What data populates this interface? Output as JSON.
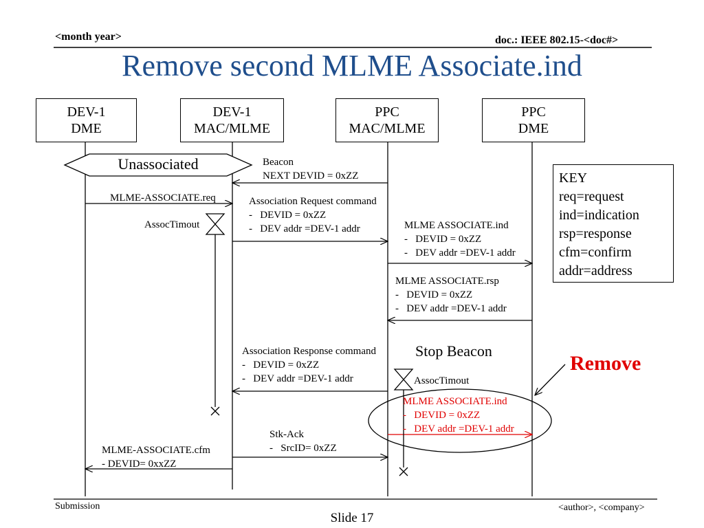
{
  "header": {
    "left": "<month year>",
    "right": "doc.: IEEE 802.15-<doc#>"
  },
  "title": "Remove second MLME Associate.ind",
  "entities": {
    "dev_dme": [
      "DEV-1",
      "DME"
    ],
    "dev_mac": [
      "DEV-1",
      "MAC/MLME"
    ],
    "ppc_mac": [
      "PPC",
      "MAC/MLME"
    ],
    "ppc_dme": [
      "PPC",
      "DME"
    ]
  },
  "state": "Unassociated",
  "messages": {
    "beacon": [
      "Beacon",
      "NEXT DEVID = 0xZZ"
    ],
    "assoc_req": "MLME-ASSOCIATE.req",
    "assoc_req_cmd": [
      "Association Request command",
      "-   DEVID = 0xZZ",
      "-   DEV addr =DEV-1 addr"
    ],
    "assoc_timeout_1": "AssocTimout",
    "assoc_ind": [
      "MLME ASSOCIATE.ind",
      "-   DEVID = 0xZZ",
      "-   DEV addr =DEV-1 addr"
    ],
    "assoc_rsp": [
      "MLME ASSOCIATE.rsp",
      "-   DEVID = 0xZZ",
      "-   DEV addr =DEV-1 addr"
    ],
    "assoc_rsp_cmd": [
      "Association Response command",
      "-   DEVID = 0xZZ",
      "-   DEV addr =DEV-1 addr"
    ],
    "stop_beacon": "Stop Beacon",
    "assoc_timeout_2": "AssocTimout",
    "second_assoc_ind": [
      "MLME ASSOCIATE.ind",
      "-   DEVID = 0xZZ",
      "-   DEV addr =DEV-1 addr"
    ],
    "stk_ack": [
      "Stk-Ack",
      "-   SrcID= 0xZZ"
    ],
    "assoc_cfm": [
      "MLME-ASSOCIATE.cfm",
      "- DEVID= 0xxZZ"
    ]
  },
  "remove_label": "Remove",
  "key": [
    "KEY",
    "req=request",
    "ind=indication",
    "rsp=response",
    "cfm=confirm",
    "addr=address"
  ],
  "footer": {
    "left": "Submission",
    "right": "<author>, <company>",
    "slide": "Slide 17"
  },
  "colors": {
    "title": "#1f4e8c",
    "remove": "#e00000",
    "line": "#000000"
  }
}
